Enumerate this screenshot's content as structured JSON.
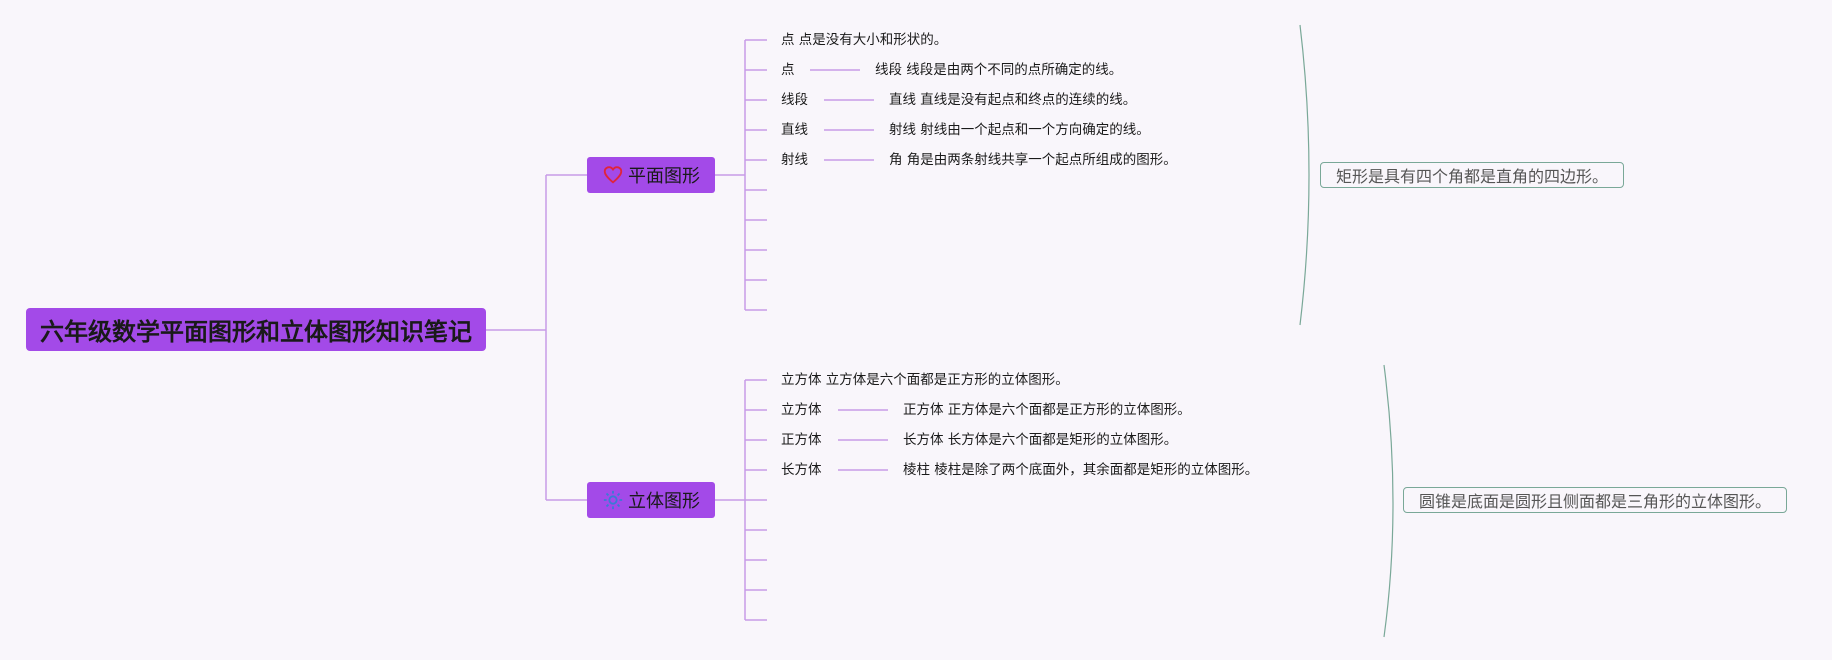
{
  "root": {
    "title": "六年级数学平面图形和立体图形知识笔记"
  },
  "branches": [
    {
      "label": "平面图形",
      "icon": "heart-icon",
      "color": "#a34ae8",
      "items": [
        {
          "left": "点 点是没有大小和形状的。",
          "right": ""
        },
        {
          "left": "点",
          "right": "线段 线段是由两个不同的点所确定的线。"
        },
        {
          "left": "线段",
          "right": "直线 直线是没有起点和终点的连续的线。"
        },
        {
          "left": "直线",
          "right": "射线 射线由一个起点和一个方向确定的线。"
        },
        {
          "left": "射线",
          "right": "角 角是由两条射线共享一个起点所组成的图形。"
        }
      ],
      "summary": "矩形是具有四个角都是直角的四边形。"
    },
    {
      "label": "立体图形",
      "icon": "gear-icon",
      "color": "#a34ae8",
      "items": [
        {
          "left": "立方体 立方体是六个面都是正方形的立体图形。",
          "right": ""
        },
        {
          "left": "立方体",
          "right": "正方体 正方体是六个面都是正方形的立体图形。"
        },
        {
          "left": "正方体",
          "right": "长方体 长方体是六个面都是矩形的立体图形。"
        },
        {
          "left": "长方体",
          "right": "棱柱 棱柱是除了两个底面外，其余面都是矩形的立体图形。"
        }
      ],
      "summary": "圆锥是底面是圆形且侧面都是三角形的立体图形。"
    }
  ]
}
